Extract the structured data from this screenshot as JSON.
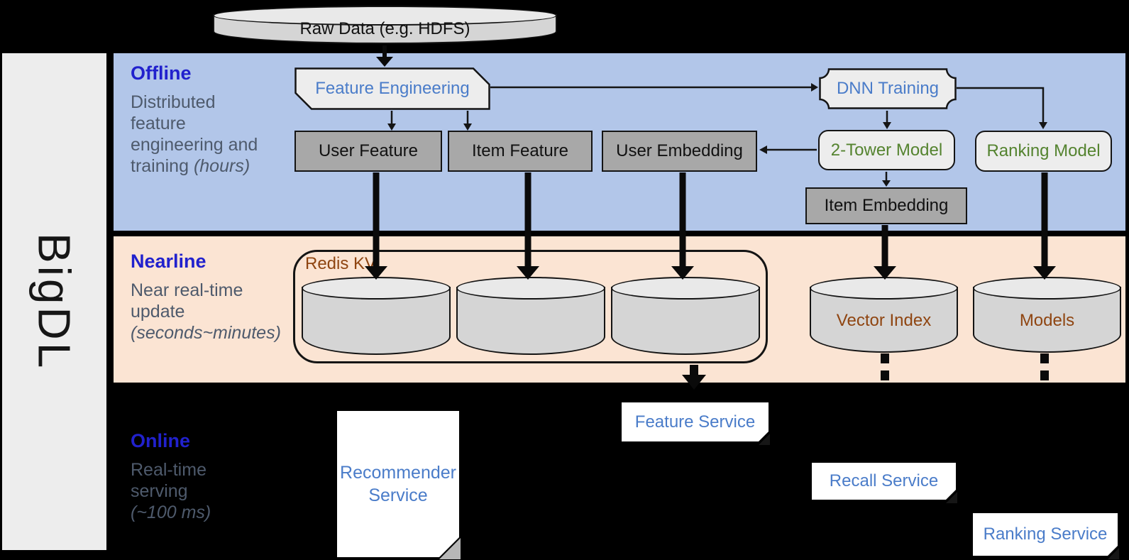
{
  "sidebar": {
    "title": "BigDL"
  },
  "lanes": {
    "offline": {
      "title": "Offline",
      "desc1": "Distributed",
      "desc2": "feature",
      "desc3": "engineering and",
      "desc4": "training ",
      "desc4_italic": "(hours)"
    },
    "nearline": {
      "title": "Nearline",
      "desc1": "Near real-time",
      "desc2": "update",
      "desc3_italic": "(seconds~minutes)"
    },
    "online": {
      "title": "Online",
      "desc1": "Real-time",
      "desc2": "serving",
      "desc3_italic": "(~100 ms)"
    }
  },
  "nodes": {
    "raw_data": "Raw Data (e.g. HDFS)",
    "feature_engineering": "Feature Engineering",
    "user_feature": "User Feature",
    "item_feature": "Item Feature",
    "user_embedding": "User Embedding",
    "dnn_training": "DNN Training",
    "two_tower_model": "2-Tower Model",
    "ranking_model": "Ranking Model",
    "item_embedding": "Item Embedding",
    "redis_kv": "Redis KV",
    "vector_index": "Vector Index",
    "models": "Models",
    "feature_service": "Feature Service",
    "recommender_service": "Recommender Service",
    "recall_service": "Recall Service",
    "ranking_service": "Ranking Service"
  },
  "colors": {
    "offline_bg": "#b2c6e9",
    "nearline_bg": "#fbe4d3",
    "sidebar_bg": "#ededed",
    "lane_title_blue": "#2121cd",
    "lane_desc_gray": "#4e5a6c",
    "node_label_blue": "#4a7cc9",
    "node_label_green": "#54832f",
    "db_label_brown": "#8f4511",
    "dark_box_gray": "#a8a8a8",
    "light_box_gray": "#ededed",
    "background": "#000000"
  }
}
